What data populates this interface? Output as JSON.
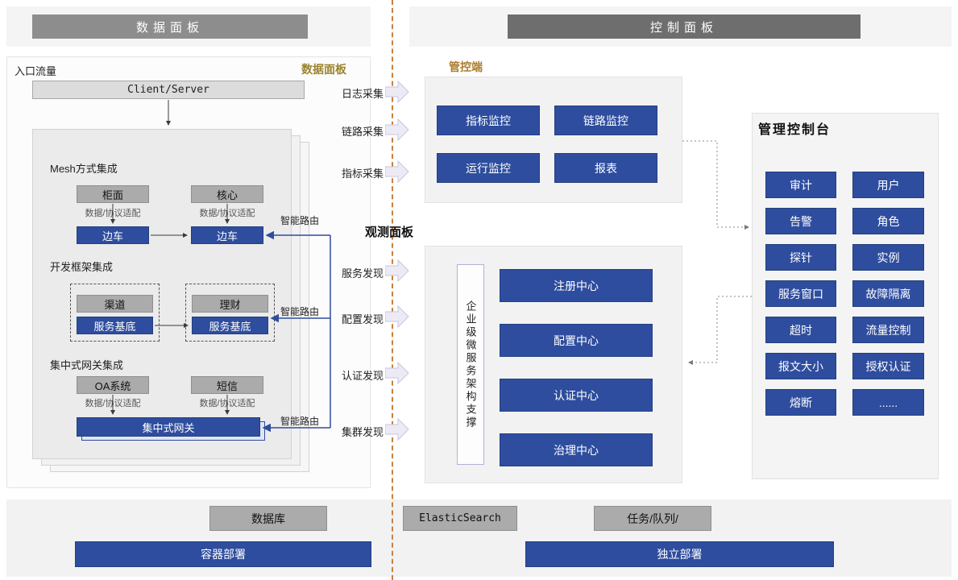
{
  "colors": {
    "accent_blue": "#2e4d9e",
    "box_gray": "#ababab",
    "divider_orange": "#c9803c",
    "label_gold": "#99842f",
    "label_brown": "#ad7d2e"
  },
  "header": {
    "data_panel_title": "数据面板",
    "control_panel_title": "控制面板"
  },
  "left_panel": {
    "entry_label": "入口流量",
    "panel_label": "数据面板",
    "client_server_label": "Client/Server",
    "adapter_label": "数据/协议适配",
    "route_label": "智能路由",
    "mesh": {
      "title": "Mesh方式集成",
      "boxes": [
        "柜面",
        "核心"
      ],
      "sidecar": "边车"
    },
    "framework": {
      "title": "开发框架集成",
      "apps": [
        "渠道",
        "理财"
      ],
      "base": "服务基底"
    },
    "gateway": {
      "title": "集中式网关集成",
      "boxes": [
        "OA系统",
        "短信"
      ],
      "gateway_label": "集中式网关"
    }
  },
  "middle": {
    "collect": [
      "日志采集",
      "链路采集",
      "指标采集"
    ],
    "observe_title": "观测面板",
    "discover": [
      "服务发现",
      "配置发现",
      "认证发现",
      "集群发现"
    ]
  },
  "control": {
    "monitor_label": "管控端",
    "monitor_buttons": [
      "指标监控",
      "链路监控",
      "运行监控",
      "报表"
    ],
    "support_vertical_label": "企业级微服务架构支撑",
    "centers": [
      "注册中心",
      "配置中心",
      "认证中心",
      "治理中心"
    ],
    "console": {
      "title": "管理控制台",
      "buttons": [
        "审计",
        "用户",
        "告警",
        "角色",
        "探针",
        "实例",
        "服务窗口",
        "故障隔离",
        "超时",
        "流量控制",
        "报文大小",
        "授权认证",
        "熔断",
        "......"
      ]
    }
  },
  "footer": {
    "gray_boxes": [
      "数据库",
      "ElasticSearch",
      "任务/队列/"
    ],
    "deploy_buttons": [
      "容器部署",
      "独立部署"
    ]
  }
}
